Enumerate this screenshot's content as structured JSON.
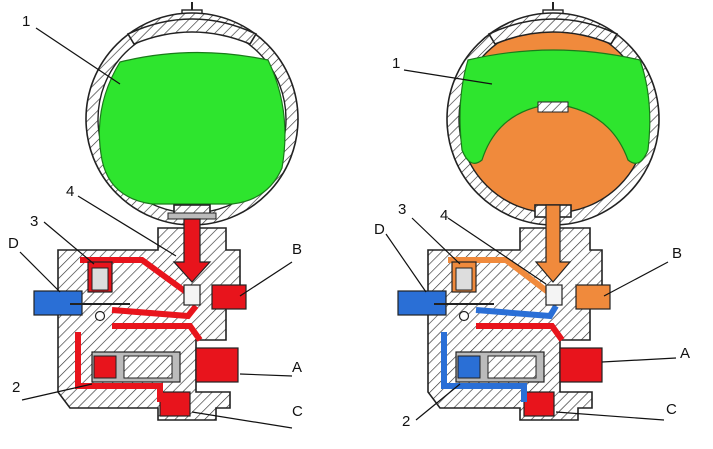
{
  "colors": {
    "gas": "#2ee52e",
    "oil": "#f08a3c",
    "high_pressure": "#e8141c",
    "low_pressure": "#2a6fd6",
    "body_stroke": "#222222"
  },
  "left_panel": {
    "labels": {
      "accumulator": "1",
      "spool": "2",
      "pilot_valve": "3",
      "check_valve": "4",
      "port_a": "A",
      "port_b": "B",
      "port_c": "C",
      "port_d": "D"
    }
  },
  "right_panel": {
    "labels": {
      "accumulator": "1",
      "spool": "2",
      "pilot_valve": "3",
      "check_valve": "4",
      "port_a": "A",
      "port_b": "B",
      "port_c": "C",
      "port_d": "D"
    }
  }
}
